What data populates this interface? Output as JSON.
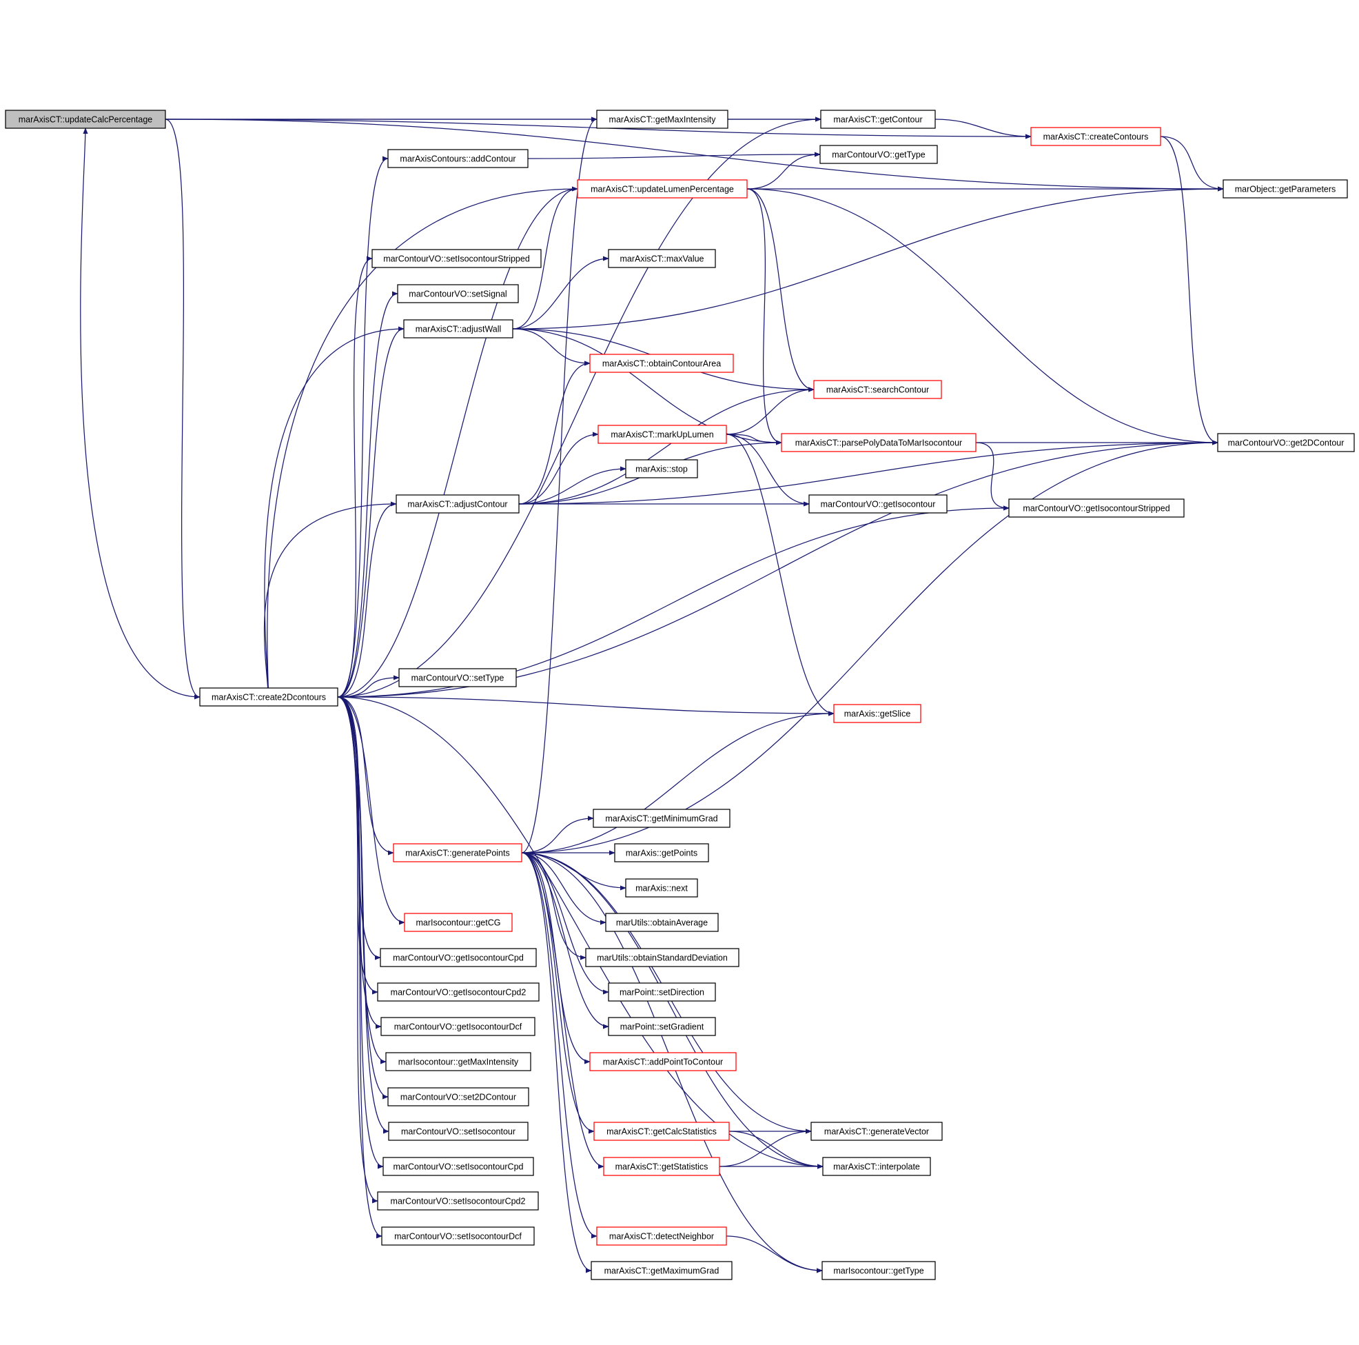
{
  "diagram": {
    "colors": {
      "edge": "#191970",
      "box_border": "#000000",
      "truncated_border": "#ff0000",
      "root_fill": "#bfbfbf",
      "background": "#ffffff"
    },
    "nodes": [
      {
        "id": "n0",
        "label": "marAxisCT::updateCalcPercentage",
        "style": "gray"
      },
      {
        "id": "n1",
        "label": "marAxisCT::create2Dcontours",
        "style": "black"
      },
      {
        "id": "n2",
        "label": "marAxisCT::getMaxIntensity",
        "style": "black"
      },
      {
        "id": "n3",
        "label": "marAxisCT::getContour",
        "style": "black"
      },
      {
        "id": "n4",
        "label": "marAxisCT::createContours",
        "style": "red"
      },
      {
        "id": "n5",
        "label": "marObject::getParameters",
        "style": "black"
      },
      {
        "id": "n6",
        "label": "marContourVO::get2DContour",
        "style": "black"
      },
      {
        "id": "n7",
        "label": "marAxisContours::addContour",
        "style": "black"
      },
      {
        "id": "n8",
        "label": "marContourVO::getType",
        "style": "black"
      },
      {
        "id": "n9",
        "label": "marAxisCT::updateLumenPercentage",
        "style": "red"
      },
      {
        "id": "n10",
        "label": "marContourVO::setIsocontourStripped",
        "style": "black"
      },
      {
        "id": "n11",
        "label": "marContourVO::setSignal",
        "style": "black"
      },
      {
        "id": "n12",
        "label": "marAxisCT::adjustWall",
        "style": "black"
      },
      {
        "id": "n13",
        "label": "marAxisCT::maxValue",
        "style": "black"
      },
      {
        "id": "n14",
        "label": "marAxisCT::obtainContourArea",
        "style": "red"
      },
      {
        "id": "n15",
        "label": "marAxisCT::searchContour",
        "style": "red"
      },
      {
        "id": "n16",
        "label": "marAxisCT::markUpLumen",
        "style": "red"
      },
      {
        "id": "n17",
        "label": "marAxisCT::parsePolyDataToMarIsocontour",
        "style": "red"
      },
      {
        "id": "n18",
        "label": "marAxis::stop",
        "style": "black"
      },
      {
        "id": "n19",
        "label": "marAxisCT::adjustContour",
        "style": "black"
      },
      {
        "id": "n20",
        "label": "marContourVO::getIsocontour",
        "style": "black"
      },
      {
        "id": "n21",
        "label": "marContourVO::getIsocontourStripped",
        "style": "black"
      },
      {
        "id": "n22",
        "label": "marContourVO::setType",
        "style": "black"
      },
      {
        "id": "n23",
        "label": "marAxis::getSlice",
        "style": "red"
      },
      {
        "id": "n24",
        "label": "marAxisCT::getMinimumGrad",
        "style": "black"
      },
      {
        "id": "n25",
        "label": "marAxisCT::generatePoints",
        "style": "red"
      },
      {
        "id": "n26",
        "label": "marAxis::getPoints",
        "style": "black"
      },
      {
        "id": "n27",
        "label": "marAxis::next",
        "style": "black"
      },
      {
        "id": "n28",
        "label": "marIsocontour::getCG",
        "style": "red"
      },
      {
        "id": "n29",
        "label": "marUtils::obtainAverage",
        "style": "black"
      },
      {
        "id": "n30",
        "label": "marContourVO::getIsocontourCpd",
        "style": "black"
      },
      {
        "id": "n31",
        "label": "marUtils::obtainStandardDeviation",
        "style": "black"
      },
      {
        "id": "n32",
        "label": "marContourVO::getIsocontourCpd2",
        "style": "black"
      },
      {
        "id": "n33",
        "label": "marPoint::setDirection",
        "style": "black"
      },
      {
        "id": "n34",
        "label": "marContourVO::getIsocontourDcf",
        "style": "black"
      },
      {
        "id": "n35",
        "label": "marPoint::setGradient",
        "style": "black"
      },
      {
        "id": "n36",
        "label": "marIsocontour::getMaxIntensity",
        "style": "black"
      },
      {
        "id": "n37",
        "label": "marAxisCT::addPointToContour",
        "style": "red"
      },
      {
        "id": "n38",
        "label": "marContourVO::set2DContour",
        "style": "black"
      },
      {
        "id": "n39",
        "label": "marContourVO::setIsocontour",
        "style": "black"
      },
      {
        "id": "n40",
        "label": "marAxisCT::getCalcStatistics",
        "style": "red"
      },
      {
        "id": "n41",
        "label": "marAxisCT::generateVector",
        "style": "black"
      },
      {
        "id": "n42",
        "label": "marContourVO::setIsocontourCpd",
        "style": "black"
      },
      {
        "id": "n43",
        "label": "marAxisCT::getStatistics",
        "style": "red"
      },
      {
        "id": "n44",
        "label": "marAxisCT::interpolate",
        "style": "black"
      },
      {
        "id": "n45",
        "label": "marContourVO::setIsocontourCpd2",
        "style": "black"
      },
      {
        "id": "n46",
        "label": "marContourVO::setIsocontourDcf",
        "style": "black"
      },
      {
        "id": "n47",
        "label": "marAxisCT::detectNeighbor",
        "style": "red"
      },
      {
        "id": "n48",
        "label": "marAxisCT::getMaximumGrad",
        "style": "black"
      },
      {
        "id": "n49",
        "label": "marIsocontour::getType",
        "style": "black"
      }
    ],
    "edges": [
      [
        "n0",
        "n1"
      ],
      [
        "n0",
        "n2"
      ],
      [
        "n0",
        "n3"
      ],
      [
        "n0",
        "n4"
      ],
      [
        "n0",
        "n5"
      ],
      [
        "n1",
        "n0"
      ],
      [
        "n1",
        "n7"
      ],
      [
        "n1",
        "n9"
      ],
      [
        "n1",
        "n10"
      ],
      [
        "n1",
        "n11"
      ],
      [
        "n1",
        "n12"
      ],
      [
        "n1",
        "n19"
      ],
      [
        "n1",
        "n22"
      ],
      [
        "n1",
        "n23"
      ],
      [
        "n1",
        "n25"
      ],
      [
        "n1",
        "n28"
      ],
      [
        "n1",
        "n30"
      ],
      [
        "n1",
        "n32"
      ],
      [
        "n1",
        "n34"
      ],
      [
        "n1",
        "n36"
      ],
      [
        "n1",
        "n38"
      ],
      [
        "n1",
        "n39"
      ],
      [
        "n1",
        "n42"
      ],
      [
        "n1",
        "n45"
      ],
      [
        "n1",
        "n46"
      ],
      [
        "n1",
        "n21"
      ],
      [
        "n1",
        "n6"
      ],
      [
        "n1",
        "n3"
      ],
      [
        "n1",
        "n44"
      ],
      [
        "n2",
        "n3"
      ],
      [
        "n3",
        "n4"
      ],
      [
        "n4",
        "n5"
      ],
      [
        "n4",
        "n6"
      ],
      [
        "n7",
        "n8"
      ],
      [
        "n9",
        "n5"
      ],
      [
        "n9",
        "n6"
      ],
      [
        "n9",
        "n8"
      ],
      [
        "n9",
        "n15"
      ],
      [
        "n9",
        "n17"
      ],
      [
        "n9",
        "n1"
      ],
      [
        "n12",
        "n5"
      ],
      [
        "n12",
        "n13"
      ],
      [
        "n12",
        "n14"
      ],
      [
        "n12",
        "n15"
      ],
      [
        "n12",
        "n9"
      ],
      [
        "n12",
        "n17"
      ],
      [
        "n12",
        "n1"
      ],
      [
        "n16",
        "n15"
      ],
      [
        "n16",
        "n17"
      ],
      [
        "n16",
        "n20"
      ],
      [
        "n16",
        "n23"
      ],
      [
        "n17",
        "n6"
      ],
      [
        "n17",
        "n21"
      ],
      [
        "n19",
        "n6"
      ],
      [
        "n19",
        "n14"
      ],
      [
        "n19",
        "n15"
      ],
      [
        "n19",
        "n16"
      ],
      [
        "n19",
        "n17"
      ],
      [
        "n19",
        "n18"
      ],
      [
        "n19",
        "n20"
      ],
      [
        "n19",
        "n1"
      ],
      [
        "n25",
        "n2"
      ],
      [
        "n25",
        "n23"
      ],
      [
        "n25",
        "n24"
      ],
      [
        "n25",
        "n26"
      ],
      [
        "n25",
        "n27"
      ],
      [
        "n25",
        "n29"
      ],
      [
        "n25",
        "n31"
      ],
      [
        "n25",
        "n33"
      ],
      [
        "n25",
        "n35"
      ],
      [
        "n25",
        "n37"
      ],
      [
        "n25",
        "n40"
      ],
      [
        "n25",
        "n43"
      ],
      [
        "n25",
        "n47"
      ],
      [
        "n25",
        "n48"
      ],
      [
        "n25",
        "n49"
      ],
      [
        "n25",
        "n41"
      ],
      [
        "n25",
        "n44"
      ],
      [
        "n25",
        "n6"
      ],
      [
        "n40",
        "n41"
      ],
      [
        "n40",
        "n44"
      ],
      [
        "n43",
        "n41"
      ],
      [
        "n43",
        "n44"
      ],
      [
        "n47",
        "n49"
      ]
    ]
  }
}
